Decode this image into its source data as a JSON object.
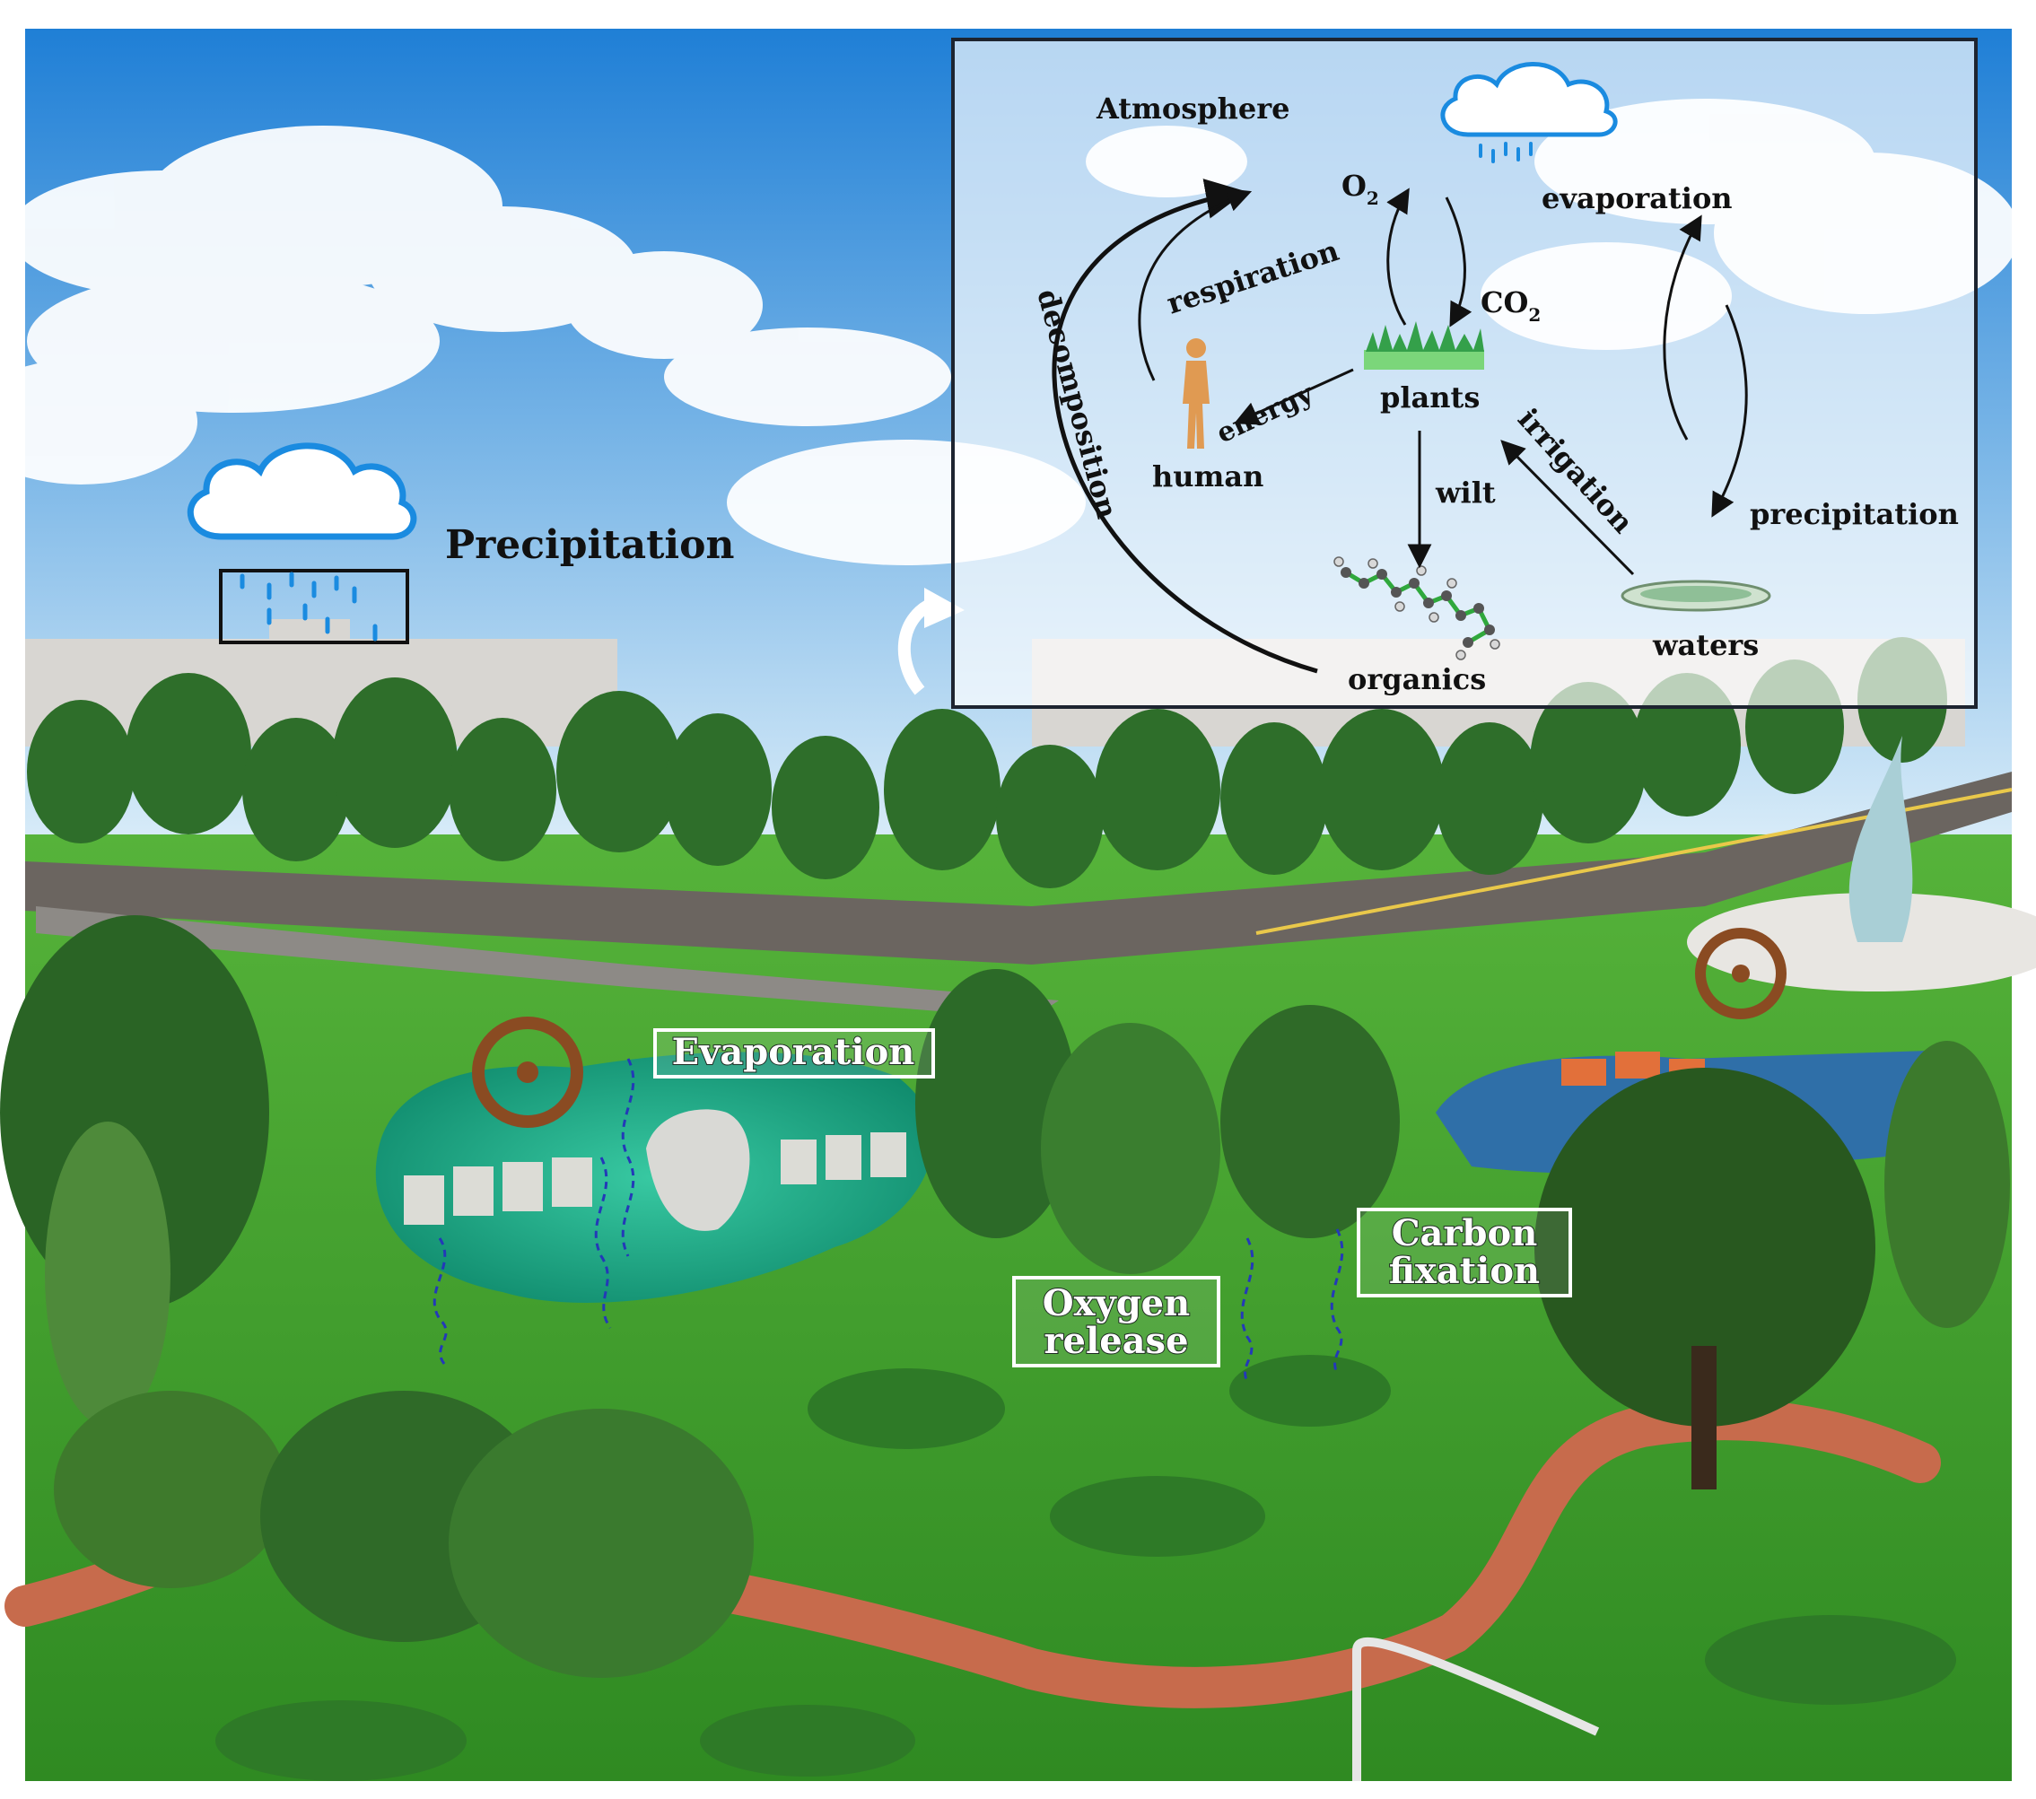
{
  "scene_labels": {
    "precipitation": "Precipitation",
    "evaporation": "Evaporation",
    "oxygen_release_line1": "Oxygen",
    "oxygen_release_line2": "release",
    "carbon_fixation_line1": "Carbon",
    "carbon_fixation_line2": "fixation"
  },
  "inset": {
    "atmosphere": "Atmosphere",
    "o2_main": "O",
    "o2_sub": "2",
    "co2_main": "CO",
    "co2_sub": "2",
    "evaporation": "evaporation",
    "respiration": "respiration",
    "decomposition": "decomposition",
    "plants": "plants",
    "energy": "energy",
    "human": "human",
    "irrigation": "irrigation",
    "wilt": "wilt",
    "precipitation": "precipitation",
    "waters": "waters",
    "organics": "organics"
  },
  "icons": [
    "cloud-rain-icon",
    "grass-icon",
    "human-icon",
    "molecule-icon",
    "pond-icon",
    "curved-arrow-icon"
  ],
  "colors": {
    "sky_top": "#1f7fd6",
    "sky_bottom": "#cfe6f7",
    "grass": "#3f9c2c",
    "water": "#1fae8a",
    "path": "#c76b4c",
    "cloud_icon": "#1a8be0",
    "inset_bg": "#ffffff"
  }
}
